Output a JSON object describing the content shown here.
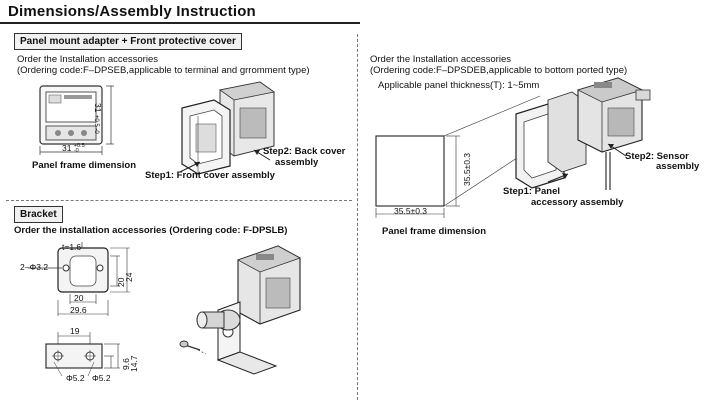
{
  "page_title": "Dimensions/Assembly Instruction",
  "left_top": {
    "section_label": "Panel mount adapter + Front protective cover",
    "order_line1": "Order the Installation accessories",
    "order_line2": "(Ordering code:F–DPSEB,applicable to terminal and grromment type)",
    "dim_width": "31",
    "dim_width_tol_top": "+0.5",
    "dim_width_tol_bottom": "-0",
    "dim_height": "31",
    "dim_height_tol": "+0.5 -0",
    "frame_caption": "Panel frame dimension",
    "step1": "Step1: Front cover assembly",
    "step2_line1": "Step2: Back cover",
    "step2_line2": "assembly"
  },
  "left_bottom": {
    "section_label": "Bracket",
    "order_line": "Order the installation accessories (Ordering code: F-DPSLB)",
    "dims": {
      "thickness": "t=1.6",
      "hole": "2–Φ3.2",
      "inner_height": "20",
      "outer_height": "24",
      "inner_width": "20",
      "outer_width": "29.6",
      "base_width": "19",
      "base_height1": "9.6",
      "base_height2": "14.7",
      "hole_left": "Φ5.2",
      "hole_right": "Φ5.2"
    }
  },
  "right": {
    "order_line1": "Order the Installation accessories",
    "order_line2": "(Ordering code:F–DPSDEB,applicable to bottom ported type)",
    "thickness_note": "Applicable panel thickness(T): 1~5mm",
    "dim_height": "35.5±0.3",
    "dim_width": "35.5±0.3",
    "frame_caption": "Panel frame dimension",
    "step1_line1": "Step1: Panel",
    "step1_line2": "accessory assembly",
    "step2_line1": "Step2: Sensor",
    "step2_line2": "assembly"
  }
}
